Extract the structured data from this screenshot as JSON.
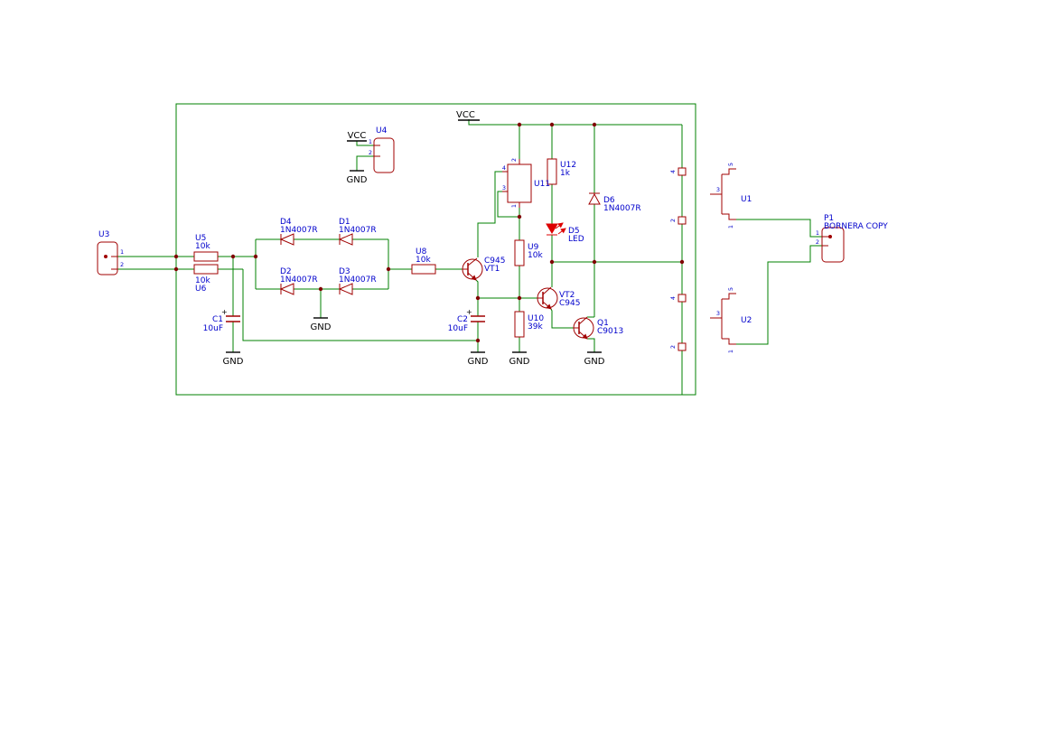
{
  "power": {
    "vcc": "VCC",
    "gnd": "GND"
  },
  "components": {
    "u3": {
      "ref": "U3",
      "pins": [
        "1",
        "2"
      ]
    },
    "u4": {
      "ref": "U4",
      "pins": [
        "1",
        "2"
      ]
    },
    "u5": {
      "ref": "U5",
      "value": "10k"
    },
    "u6": {
      "ref": "U6",
      "value": "10k"
    },
    "d1": {
      "ref": "D1",
      "value": "1N4007R"
    },
    "d2": {
      "ref": "D2",
      "value": "1N4007R"
    },
    "d3": {
      "ref": "D3",
      "value": "1N4007R"
    },
    "d4": {
      "ref": "D4",
      "value": "1N4007R"
    },
    "c1": {
      "ref": "C1",
      "value": "10uF",
      "polarity": "+"
    },
    "c2": {
      "ref": "C2",
      "value": "10uF",
      "polarity": "+"
    },
    "u8": {
      "ref": "U8",
      "value": "10k"
    },
    "u9": {
      "ref": "U9",
      "value": "10k"
    },
    "u10": {
      "ref": "U10",
      "value": "39k"
    },
    "u11": {
      "ref": "U11",
      "pins": [
        "4",
        "3",
        "2",
        "1"
      ]
    },
    "u12": {
      "ref": "U12",
      "value": "1k"
    },
    "vt1": {
      "ref": "VT1",
      "value": "C945"
    },
    "vt2": {
      "ref": "VT2",
      "value": "C945"
    },
    "q1": {
      "ref": "Q1",
      "value": "C9013"
    },
    "d5": {
      "ref": "D5",
      "value": "LED"
    },
    "d6": {
      "ref": "D6",
      "value": "1N4007R"
    },
    "u1": {
      "ref": "U1",
      "contact_pins": [
        "5",
        "3",
        "1"
      ],
      "coil_pins": [
        "4",
        "2"
      ]
    },
    "u2": {
      "ref": "U2",
      "contact_pins": [
        "5",
        "3",
        "1"
      ],
      "coil_pins": [
        "4",
        "2"
      ]
    },
    "p1": {
      "ref": "P1",
      "value": "BORNERA COPY",
      "pins": [
        "1",
        "2"
      ]
    }
  },
  "colors": {
    "wire": "#008000",
    "sym": "#a00000",
    "dot": "#7f0000",
    "label": "#0000cc",
    "net": "#000000",
    "led": "#dd0000"
  }
}
